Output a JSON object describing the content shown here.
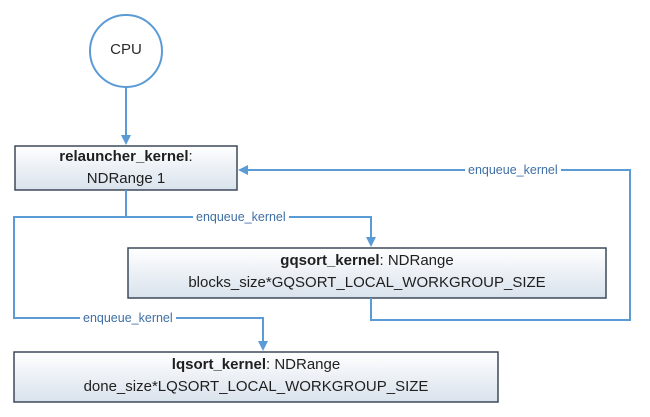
{
  "nodes": {
    "cpu": {
      "label": "CPU"
    },
    "relauncher": {
      "name": "relauncher_kernel",
      "suffix": ":",
      "line2": "NDRange 1"
    },
    "gqsort": {
      "name": "gqsort_kernel",
      "suffix": ": NDRange",
      "line2": "blocks_size*GQSORT_LOCAL_WORKGROUP_SIZE"
    },
    "lqsort": {
      "name": "lqsort_kernel",
      "suffix": ": NDRange",
      "line2": "done_size*LQSORT_LOCAL_WORKGROUP_SIZE"
    }
  },
  "edges": {
    "to_gqsort": {
      "label": "enqueue_kernel"
    },
    "to_lqsort": {
      "label": "enqueue_kernel"
    },
    "gqsort_back": {
      "label": "enqueue_kernel"
    }
  },
  "colors": {
    "stroke": "#5b9bd5",
    "box_border": "#3c4a5a",
    "box_fill_top": "#ffffff",
    "box_fill_bottom": "#d9e2ec",
    "cpu_fill": "#ffffff"
  }
}
